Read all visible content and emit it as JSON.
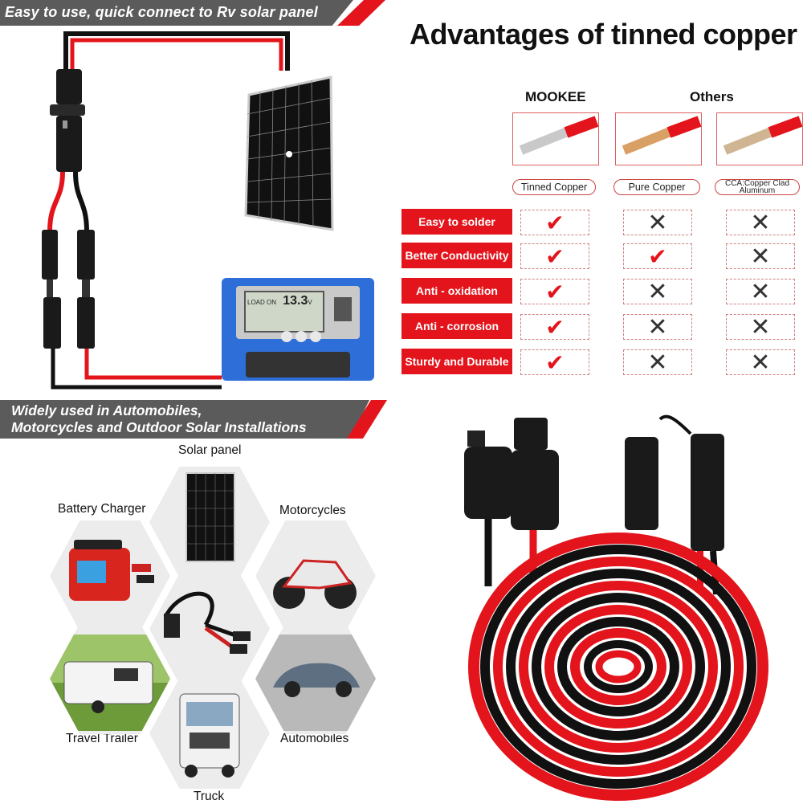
{
  "banners": {
    "top": "Easy to use, quick connect to Rv solar panel",
    "middle_line1": "Widely used in Automobiles,",
    "middle_line2": "Motorcycles and Outdoor Solar Installations"
  },
  "comparison": {
    "title": "Advantages of tinned copper",
    "brand_column": "MOOKEE",
    "others_column": "Others",
    "materials": [
      "Tinned Copper",
      "Pure Copper",
      "CCA:Copper Clad Aluminum"
    ],
    "features": [
      {
        "name": "Easy to solder",
        "values": [
          "check",
          "cross",
          "cross"
        ]
      },
      {
        "name": "Better Conductivity",
        "values": [
          "check",
          "check",
          "cross"
        ]
      },
      {
        "name": "Anti - oxidation",
        "values": [
          "check",
          "cross",
          "cross"
        ]
      },
      {
        "name": "Anti - corrosion",
        "values": [
          "check",
          "cross",
          "cross"
        ]
      },
      {
        "name": "Sturdy and Durable",
        "values": [
          "check",
          "cross",
          "cross"
        ]
      }
    ],
    "symbols": {
      "check": "✔",
      "cross": "✕"
    },
    "colors": {
      "accent": "#e3141b",
      "banner_gray": "#5b5b5b"
    }
  },
  "controller": {
    "display_text": "LOAD ON",
    "display_value": "13.3",
    "display_unit": "V"
  },
  "applications": {
    "solar_panel": "Solar panel",
    "battery_charger": "Battery Charger",
    "motorcycles": "Motorcycles",
    "travel_trailer": "Travel Trailer",
    "automobiles": "Automobiles",
    "truck": "Truck"
  }
}
